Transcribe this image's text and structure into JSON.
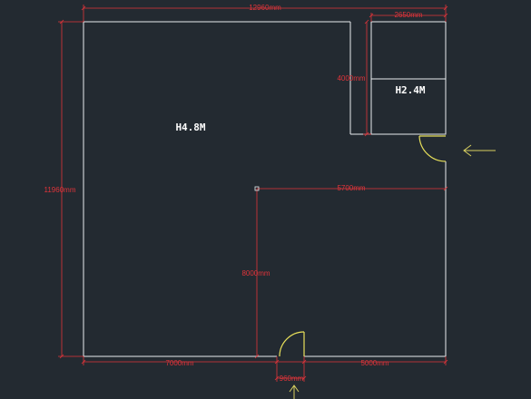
{
  "drawing": {
    "colors": {
      "background": "#232a31",
      "wall": "#e8ecef",
      "dimension": "#e0343a",
      "door": "#e8e05a",
      "arrow": "#d8d060"
    },
    "labels": {
      "main_room_height": "H4.8M",
      "small_room_height": "H2.4M"
    },
    "dimensions": {
      "overall_width": "12960mm",
      "overall_height": "11960mm",
      "small_room_width": "2650mm",
      "small_room_depth": "4000mm",
      "inner_offset_right": "5700mm",
      "inner_vertical": "8000mm",
      "bottom_left": "7000mm",
      "door_width": "960mm",
      "bottom_right": "5000mm"
    },
    "icons": {
      "entry_arrow_right": "arrow-left-icon",
      "entry_arrow_bottom": "arrow-up-icon"
    }
  }
}
